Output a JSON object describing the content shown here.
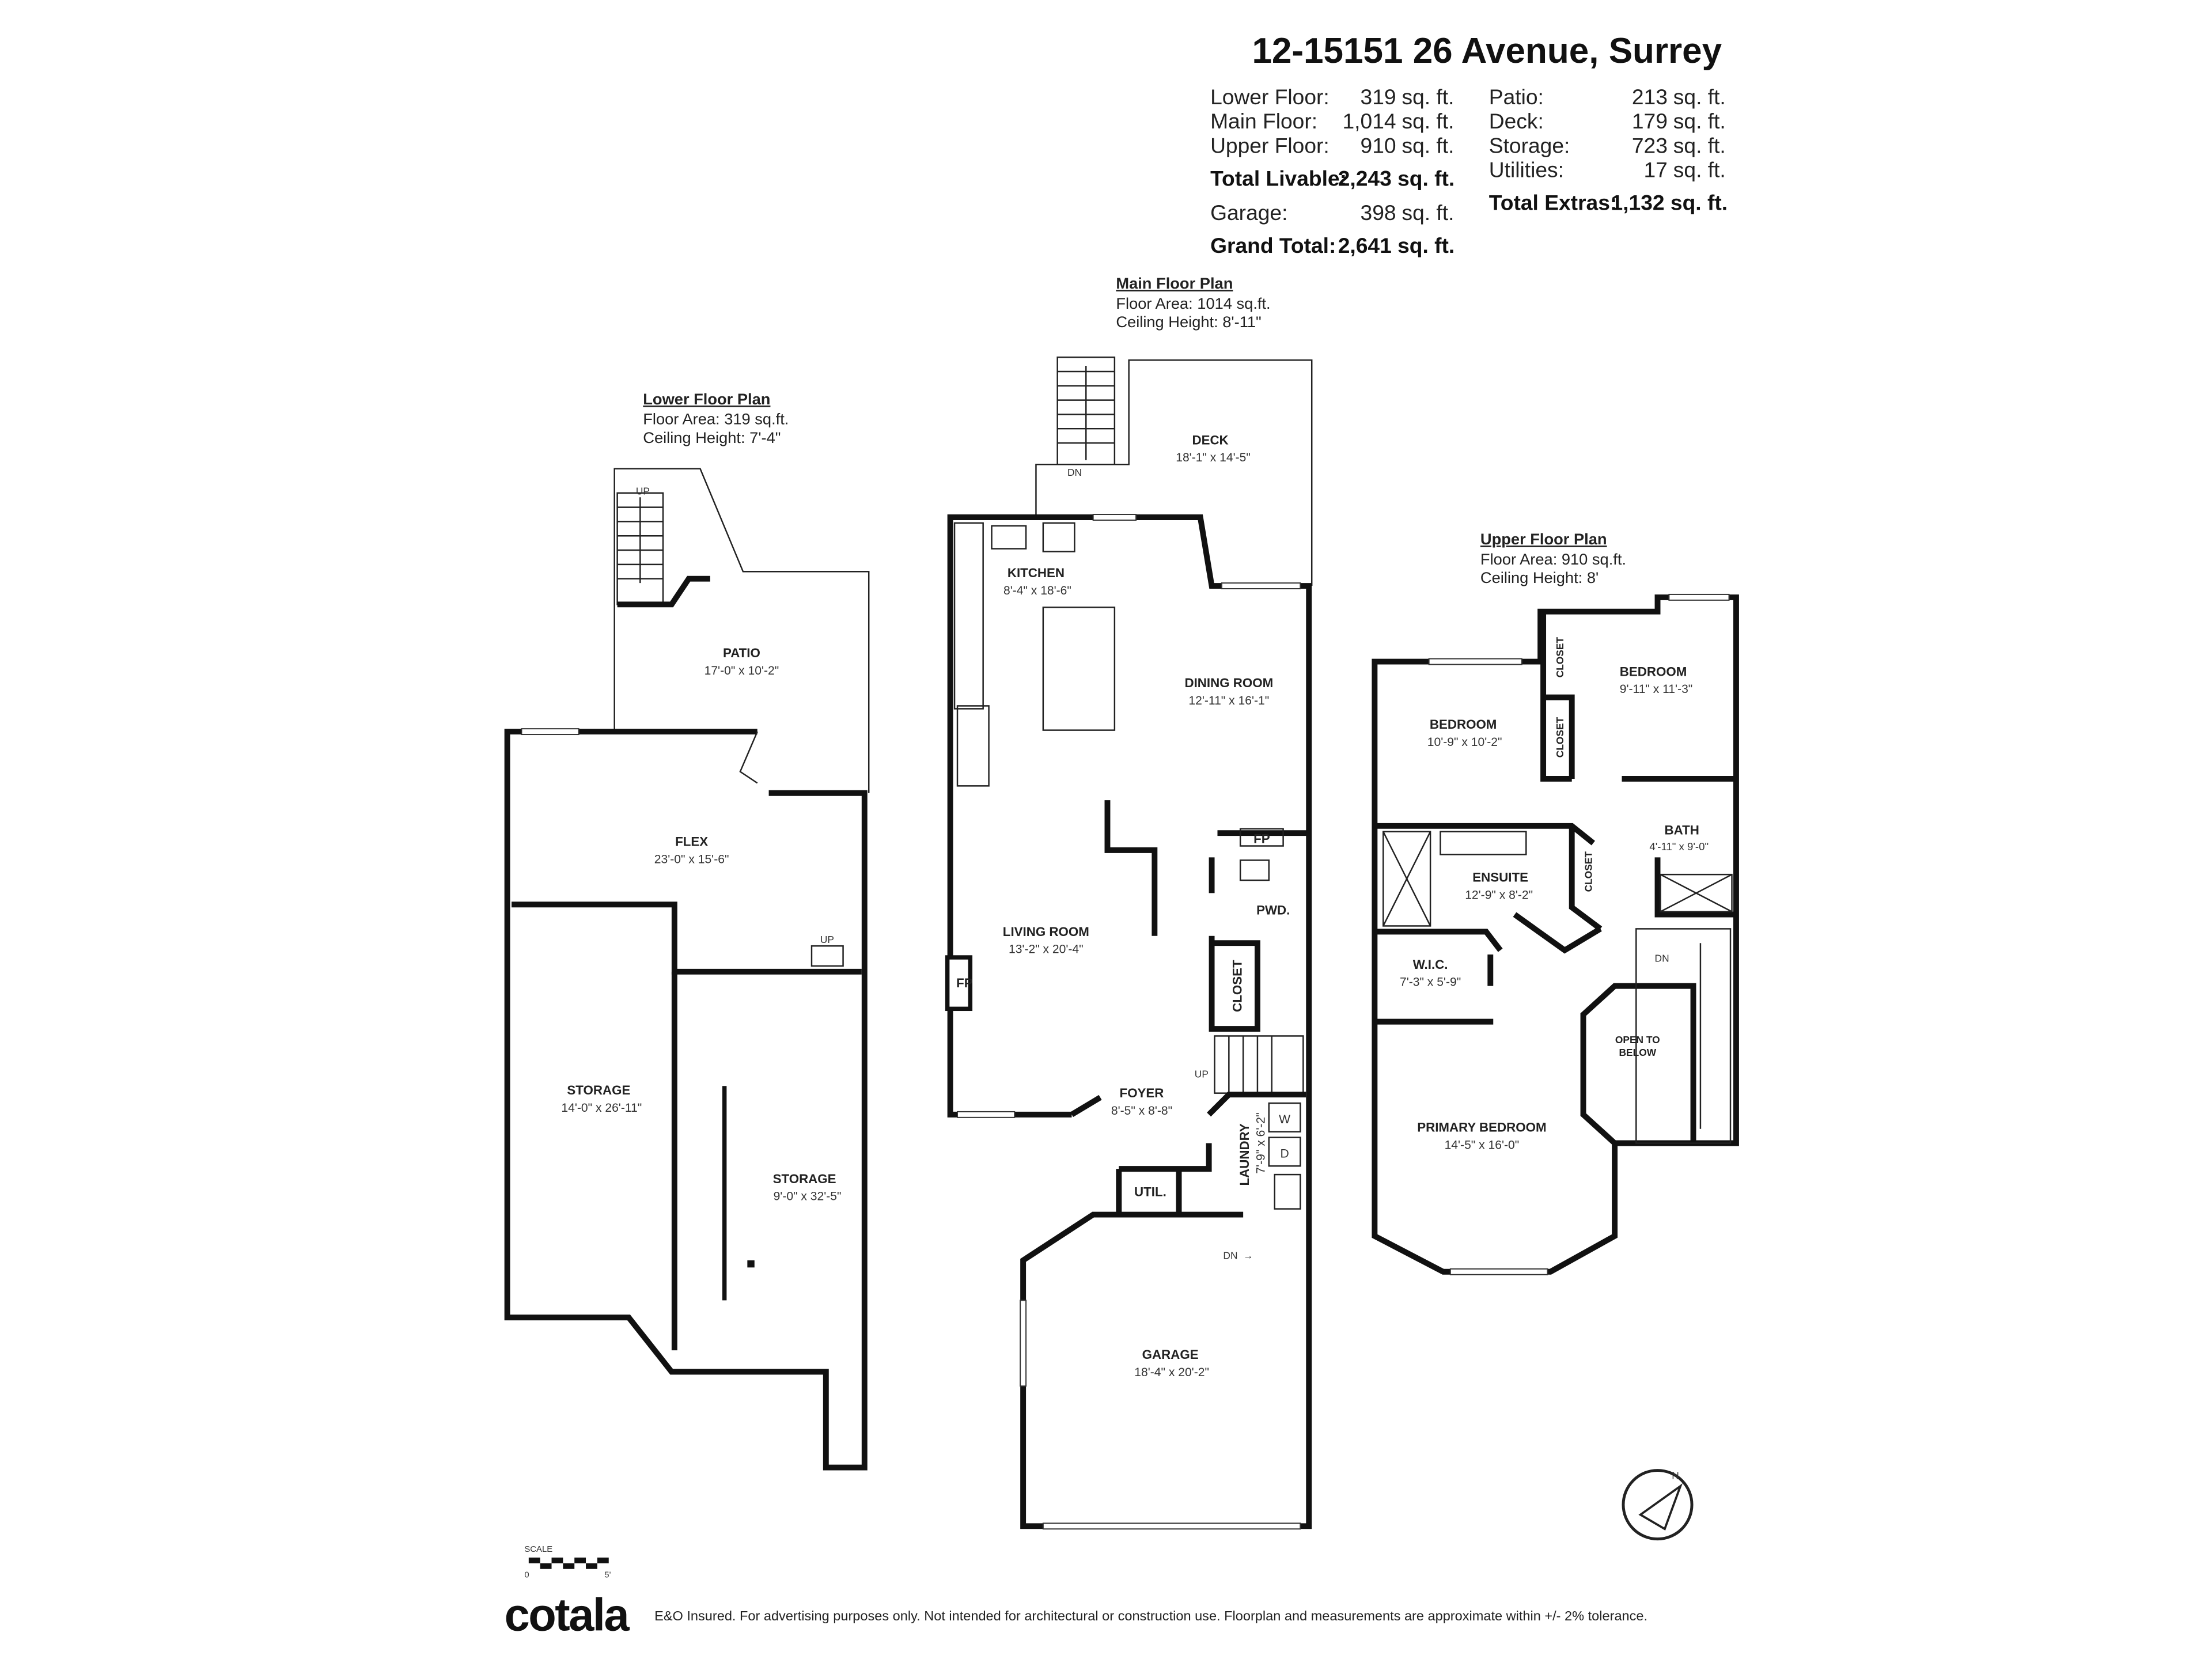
{
  "title": "12-15151 26 Avenue, Surrey",
  "summary": {
    "left": [
      {
        "label": "Lower Floor:",
        "value": "319",
        "unit": "sq. ft."
      },
      {
        "label": "Main Floor:",
        "value": "1,014",
        "unit": "sq. ft."
      },
      {
        "label": "Upper Floor:",
        "value": "910",
        "unit": "sq. ft."
      }
    ],
    "total_livable": {
      "label": "Total Livable:",
      "value": "2,243 sq. ft."
    },
    "garage": {
      "label": "Garage:",
      "value": "398",
      "unit": "sq. ft."
    },
    "grand_total": {
      "label": "Grand Total:",
      "value": "2,641 sq. ft."
    },
    "right": [
      {
        "label": "Patio:",
        "value": "213",
        "unit": "sq. ft."
      },
      {
        "label": "Deck:",
        "value": "179",
        "unit": "sq. ft."
      },
      {
        "label": "Storage:",
        "value": "723",
        "unit": "sq. ft."
      },
      {
        "label": "Utilities:",
        "value": "17",
        "unit": "sq. ft."
      }
    ],
    "total_extras": {
      "label": "Total Extras:",
      "value": "1,132 sq. ft."
    }
  },
  "lower": {
    "heading": "Lower Floor Plan",
    "area": "Floor Area: 319 sq.ft.",
    "ceiling": "Ceiling Height: 7'-4\"",
    "rooms": [
      {
        "name": "PATIO",
        "dim": "17'-0\" x 10'-2\""
      },
      {
        "name": "FLEX",
        "dim": "23'-0\" x 15'-6\""
      },
      {
        "name": "STORAGE",
        "dim": "14'-0\" x 26'-11\""
      },
      {
        "name": "STORAGE",
        "dim": "9'-0\" x 32'-5\""
      }
    ],
    "up1": "UP",
    "up2": "UP"
  },
  "main": {
    "heading": "Main Floor Plan",
    "area": "Floor Area: 1014 sq.ft.",
    "ceiling": "Ceiling Height: 8'-11\"",
    "rooms": [
      {
        "name": "DECK",
        "dim": "18'-1\" x 14'-5\""
      },
      {
        "name": "KITCHEN",
        "dim": "8'-4\" x 18'-6\""
      },
      {
        "name": "DINING ROOM",
        "dim": "12'-11\" x 16'-1\""
      },
      {
        "name": "LIVING ROOM",
        "dim": "13'-2\" x 20'-4\""
      },
      {
        "name": "FOYER",
        "dim": "8'-5\" x 8'-8\""
      },
      {
        "name": "GARAGE",
        "dim": "18'-4\" x 20'-2\""
      },
      {
        "name": "PWD.",
        "dim": ""
      },
      {
        "name": "CLOSET",
        "dim": ""
      },
      {
        "name": "LAUNDRY",
        "dim": "7'-9\" x 6'-2\""
      },
      {
        "name": "UTIL.",
        "dim": ""
      }
    ],
    "fp": "FP",
    "dn1": "DN",
    "dn2": "DN",
    "up": "UP",
    "washer": "W",
    "dryer": "D"
  },
  "upper": {
    "heading": "Upper Floor Plan",
    "area": "Floor Area: 910 sq.ft.",
    "ceiling": "Ceiling Height: 8'",
    "rooms": [
      {
        "name": "BEDROOM",
        "dim": "9'-11\" x 11'-3\""
      },
      {
        "name": "BEDROOM",
        "dim": "10'-9\" x 10'-2\""
      },
      {
        "name": "ENSUITE",
        "dim": "12'-9\" x 8'-2\""
      },
      {
        "name": "BATH",
        "dim": "4'-11\" x 9'-0\""
      },
      {
        "name": "W.I.C.",
        "dim": "7'-3\" x 5'-9\""
      },
      {
        "name": "PRIMARY BEDROOM",
        "dim": "14'-5\" x 16'-0\""
      },
      {
        "name": "OPEN TO",
        "dim": "BELOW"
      }
    ],
    "closet": "CLOSET",
    "dn": "DN"
  },
  "scale": {
    "label": "SCALE",
    "min": "0",
    "max": "5'"
  },
  "compass": {
    "north": "N",
    "icon": "compass-icon"
  },
  "footer": {
    "logo": "cotala",
    "disclaimer": "E&O Insured. For advertising purposes only. Not intended for architectural or construction use. Floorplan and measurements are approximate within +/- 2% tolerance."
  }
}
